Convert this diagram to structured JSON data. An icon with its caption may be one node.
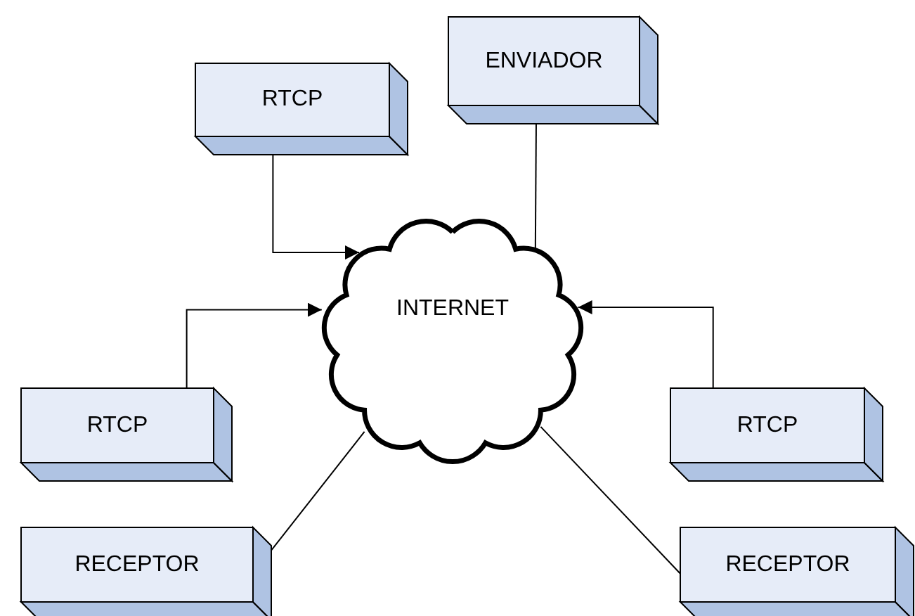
{
  "diagram": {
    "nodes": [
      {
        "text": [
          "RTCP"
        ]
      },
      {
        "text": [
          "ENVIADOR"
        ]
      },
      {
        "text": [
          "INTERNET"
        ]
      },
      {
        "text": [
          "RTCP"
        ]
      },
      {
        "text": [
          "RTCP"
        ]
      },
      {
        "text": [
          "RECEPTOR"
        ]
      },
      {
        "text": [
          "RECEPTOR"
        ]
      }
    ],
    "edges": [
      {
        "from": 0,
        "to": 2,
        "arrow": "to"
      },
      {
        "from": 1,
        "to": 2,
        "arrow": "none"
      },
      {
        "from": 3,
        "to": 2,
        "arrow": "to"
      },
      {
        "from": 4,
        "to": 2,
        "arrow": "to"
      },
      {
        "from": 5,
        "to": 2,
        "arrow": "none"
      },
      {
        "from": 6,
        "to": 2,
        "arrow": "none"
      }
    ]
  }
}
